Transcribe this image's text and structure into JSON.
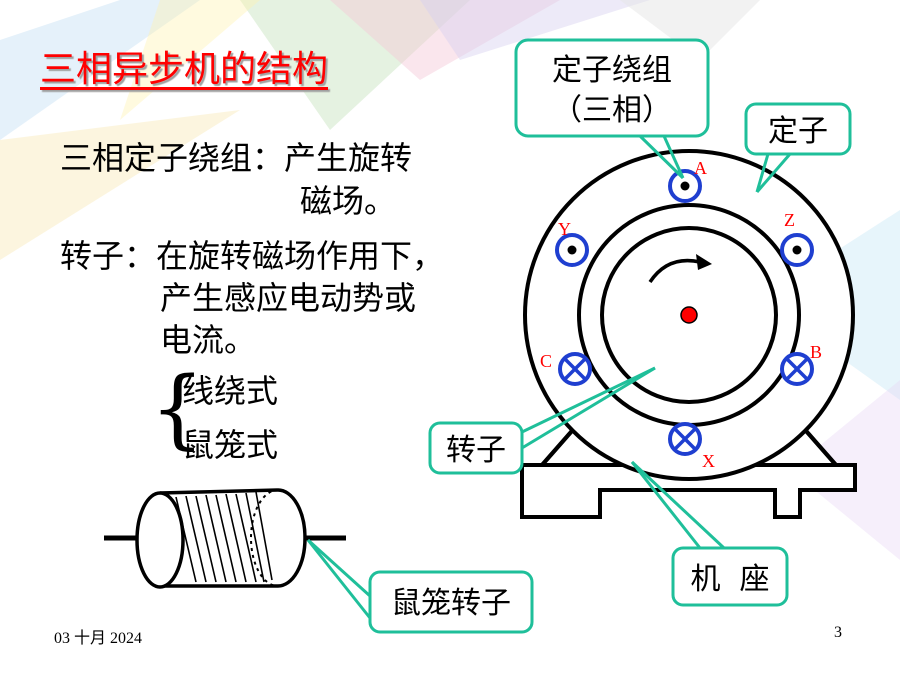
{
  "title": "三相异步机的结构",
  "body": {
    "line1": "三相定子绕组：产生旋转",
    "line2": "磁场。",
    "line3": "转子：在旋转磁场作用下，",
    "line4": "产生感应电动势或",
    "line5": "电流。",
    "option1": "线绕式",
    "option2": "鼠笼式"
  },
  "callouts": {
    "stator_winding_l1": "定子绕组",
    "stator_winding_l2": "（三相）",
    "stator": "定子",
    "rotor": "转子",
    "base": "机  座",
    "squirrel_cage": "鼠笼转子"
  },
  "coils": [
    "A",
    "Y",
    "Z",
    "C",
    "B",
    "X"
  ],
  "footer": {
    "date": "03 十月 2024",
    "page": "3"
  },
  "colors": {
    "title": "#ff0000",
    "callout_border": "#1fbf9a",
    "coil": "#1f3fd0",
    "center_dot": "#ff0000"
  }
}
